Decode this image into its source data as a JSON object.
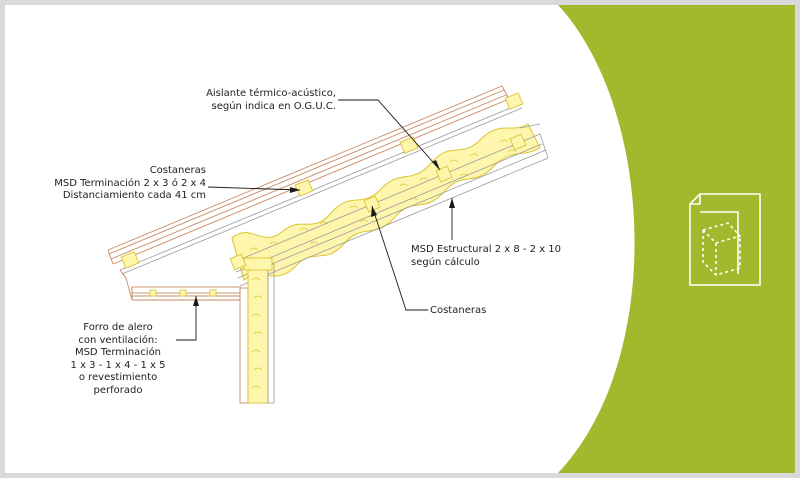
{
  "colors": {
    "accent_green": "#a3b82c",
    "frame_gray": "#d9d9d9",
    "roof_line": "#c98a62",
    "insulation_fill": "#fff6ad",
    "insulation_stroke": "#d9c431",
    "structure_line": "#9a9a9a",
    "leader_line": "#1a1a1a"
  },
  "icon": {
    "name": "document-3d-cube-icon"
  },
  "labels": {
    "aislante": [
      "Aislante térmico-acústico,",
      "según indica en O.G.U.C."
    ],
    "costaneras_top": [
      "Costaneras",
      "MSD Terminación 2 x 3 ó 2 x 4",
      "Distanciamiento cada 41 cm"
    ],
    "msd_estructural": [
      "MSD Estructural 2 x 8 - 2 x 10",
      "según cálculo"
    ],
    "costaneras_bottom": [
      "Costaneras"
    ],
    "forro": [
      "Forro de alero",
      "con ventilación:",
      "MSD Terminación",
      "1 x 3 - 1 x 4 - 1 x 5",
      "o revestimiento",
      "perforado"
    ]
  }
}
